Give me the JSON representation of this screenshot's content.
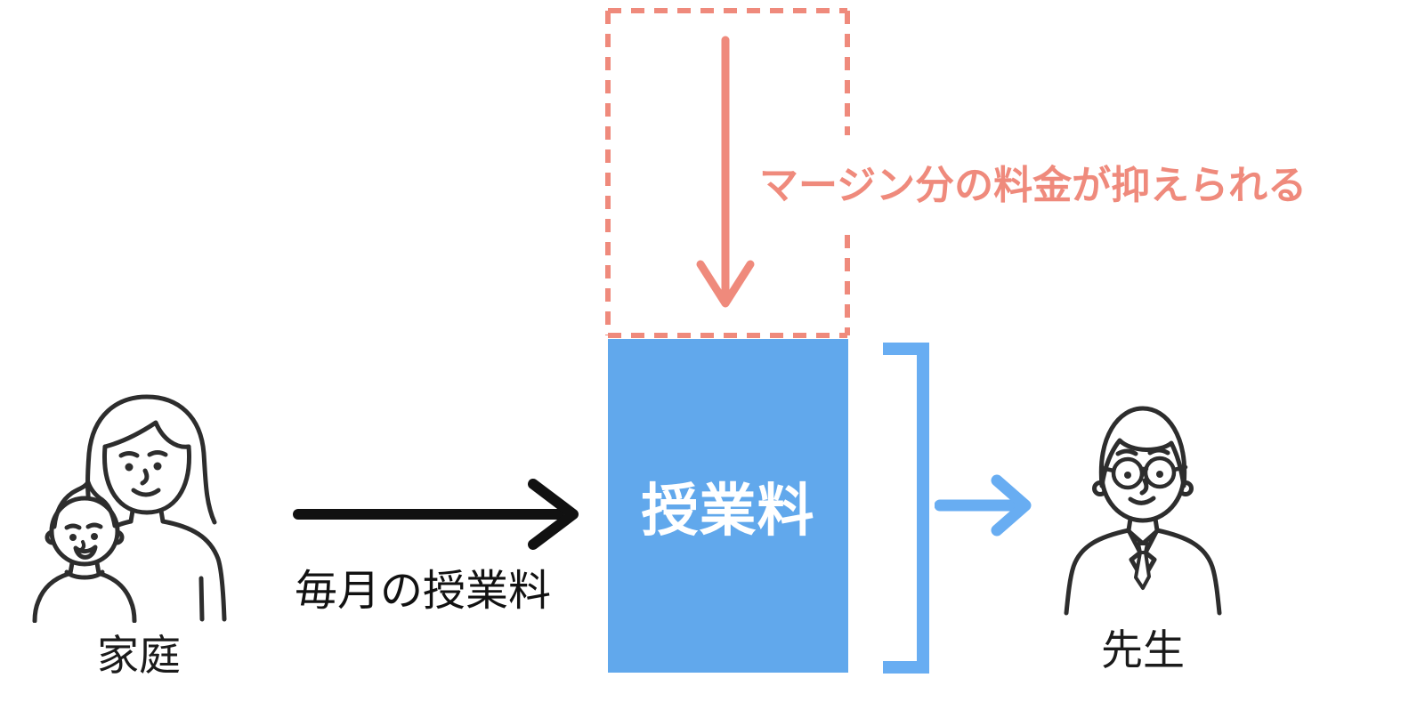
{
  "diagram": {
    "description_domain": "tuition-fee-flow-diagram",
    "colors": {
      "background": "#ffffff",
      "salmon_accent": "#ef8a7c",
      "tuition_box_fill": "#61a8ec",
      "bracket_arrow_blue": "#68adf2",
      "flow_arrow_black": "#111111",
      "illustration_ink": "#2d2d2d",
      "tuition_box_text": "#ffffff"
    },
    "payer": {
      "icon": "family-icon",
      "label": "家庭"
    },
    "flow_arrow": {
      "label": "毎月の授業料",
      "direction": "right"
    },
    "tuition_box": {
      "label": "授業料"
    },
    "margin_reduction": {
      "note": "マージン分の料金が抑えられる",
      "icon": "dashed-reduction-box",
      "arrow_direction": "down"
    },
    "receiver": {
      "icon": "teacher-icon",
      "label": "先生"
    }
  }
}
